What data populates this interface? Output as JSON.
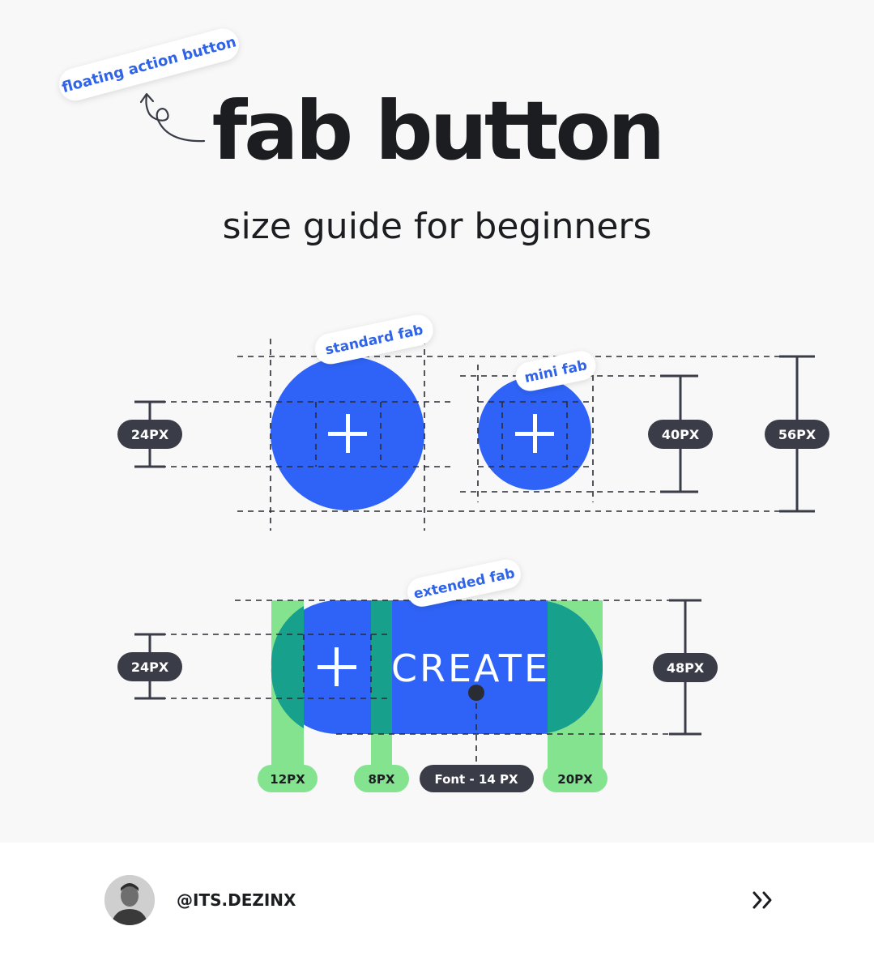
{
  "header": {
    "tag": "floating action button",
    "title": "fab button",
    "subtitle": "size guide for beginners"
  },
  "standard_fab": {
    "tag": "standard fab",
    "icon_size": "24PX",
    "height": "56PX"
  },
  "mini_fab": {
    "tag": "mini fab",
    "height": "40PX"
  },
  "extended_fab": {
    "tag": "extended fab",
    "label": "CREATE",
    "icon_size": "24PX",
    "height": "48PX",
    "padding_start": "12PX",
    "icon_gap": "8PX",
    "font": "Font - 14 PX",
    "padding_end": "20PX"
  },
  "footer": {
    "handle": "@ITS.DEZINX"
  },
  "colors": {
    "fab_blue": "#2f63f7",
    "guide_green": "#84e38f",
    "overlap_teal": "#17a08c",
    "dark": "#3a3d47",
    "tag_text": "#2f63e8"
  }
}
